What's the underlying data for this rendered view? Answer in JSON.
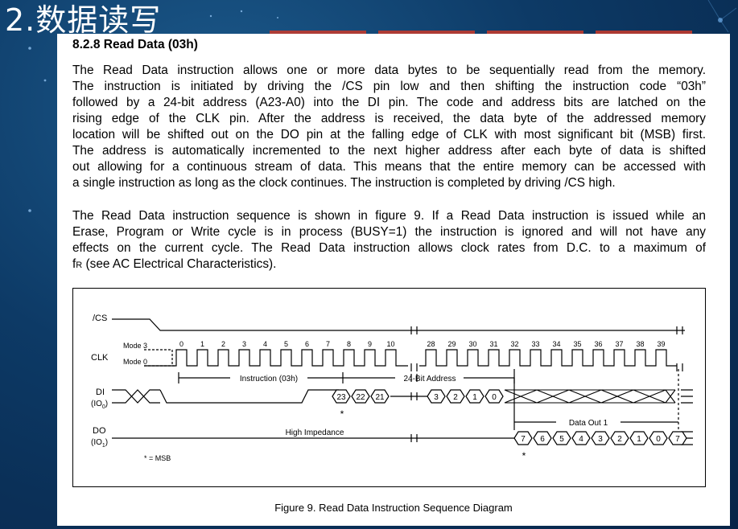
{
  "slide": {
    "title": "2.数据读写"
  },
  "document": {
    "heading": "8.2.8 Read Data (03h)",
    "paragraph1_lines": [
      "The Read Data instruction allows one or more data bytes to be sequentially read from the memory.",
      "The instruction is initiated by driving the /CS pin low and then shifting the instruction code “03h”",
      "followed by a 24-bit address (A23-A0) into the DI pin. The code and address bits are latched on the",
      "rising edge of the CLK pin. After the address is received, the data byte of the addressed memory",
      "location will be shifted out on the DO pin at the falling edge of CLK with most significant bit (MSB) first.",
      "The address is automatically incremented to the next higher address after each byte of data is shifted",
      "out allowing for a continuous stream of data. This means that the entire memory can be accessed with",
      "a single instruction as long as the clock continues. The instruction is completed by driving /CS high."
    ],
    "paragraph2_lines": [
      "The Read Data instruction sequence is shown in figure 9. If a Read Data instruction is issued while an",
      "Erase, Program or Write cycle is in process (BUSY=1) the instruction is ignored and will not have any",
      "effects on the current cycle. The Read Data instruction allows clock rates from D.C. to a maximum of"
    ],
    "paragraph2_last": {
      "f": "f",
      "sub": "R",
      "rest": " (see AC Electrical Characteristics)."
    },
    "figure_caption": "Figure 9. Read Data Instruction Sequence Diagram"
  },
  "timing_diagram": {
    "signal_labels": {
      "cs": "/CS",
      "clk": "CLK",
      "di": "DI",
      "di_sub": "(IO",
      "di_idx": "0",
      "do": "DO",
      "do_sub": "(IO",
      "do_idx": "1",
      "paren_close": ")"
    },
    "mode_labels": [
      "Mode 3",
      "Mode 0"
    ],
    "clock_numbers_first": [
      "0",
      "1",
      "2",
      "3",
      "4",
      "5",
      "6",
      "7",
      "8",
      "9",
      "10"
    ],
    "clock_numbers_second": [
      "28",
      "29",
      "30",
      "31",
      "32",
      "33",
      "34",
      "35",
      "36",
      "37",
      "38",
      "39"
    ],
    "phase_labels": {
      "instruction": "Instruction (03h)",
      "address": "24-Bit Address",
      "data_out": "Data Out 1",
      "high_impedance": "High Impedance"
    },
    "di_address_bits_high": [
      "23",
      "22",
      "21"
    ],
    "di_address_bits_low": [
      "3",
      "2",
      "1",
      "0"
    ],
    "do_data_bits": [
      "7",
      "6",
      "5",
      "4",
      "3",
      "2",
      "1",
      "0",
      "7"
    ],
    "msb_marker": "*",
    "legend": "* = MSB"
  }
}
